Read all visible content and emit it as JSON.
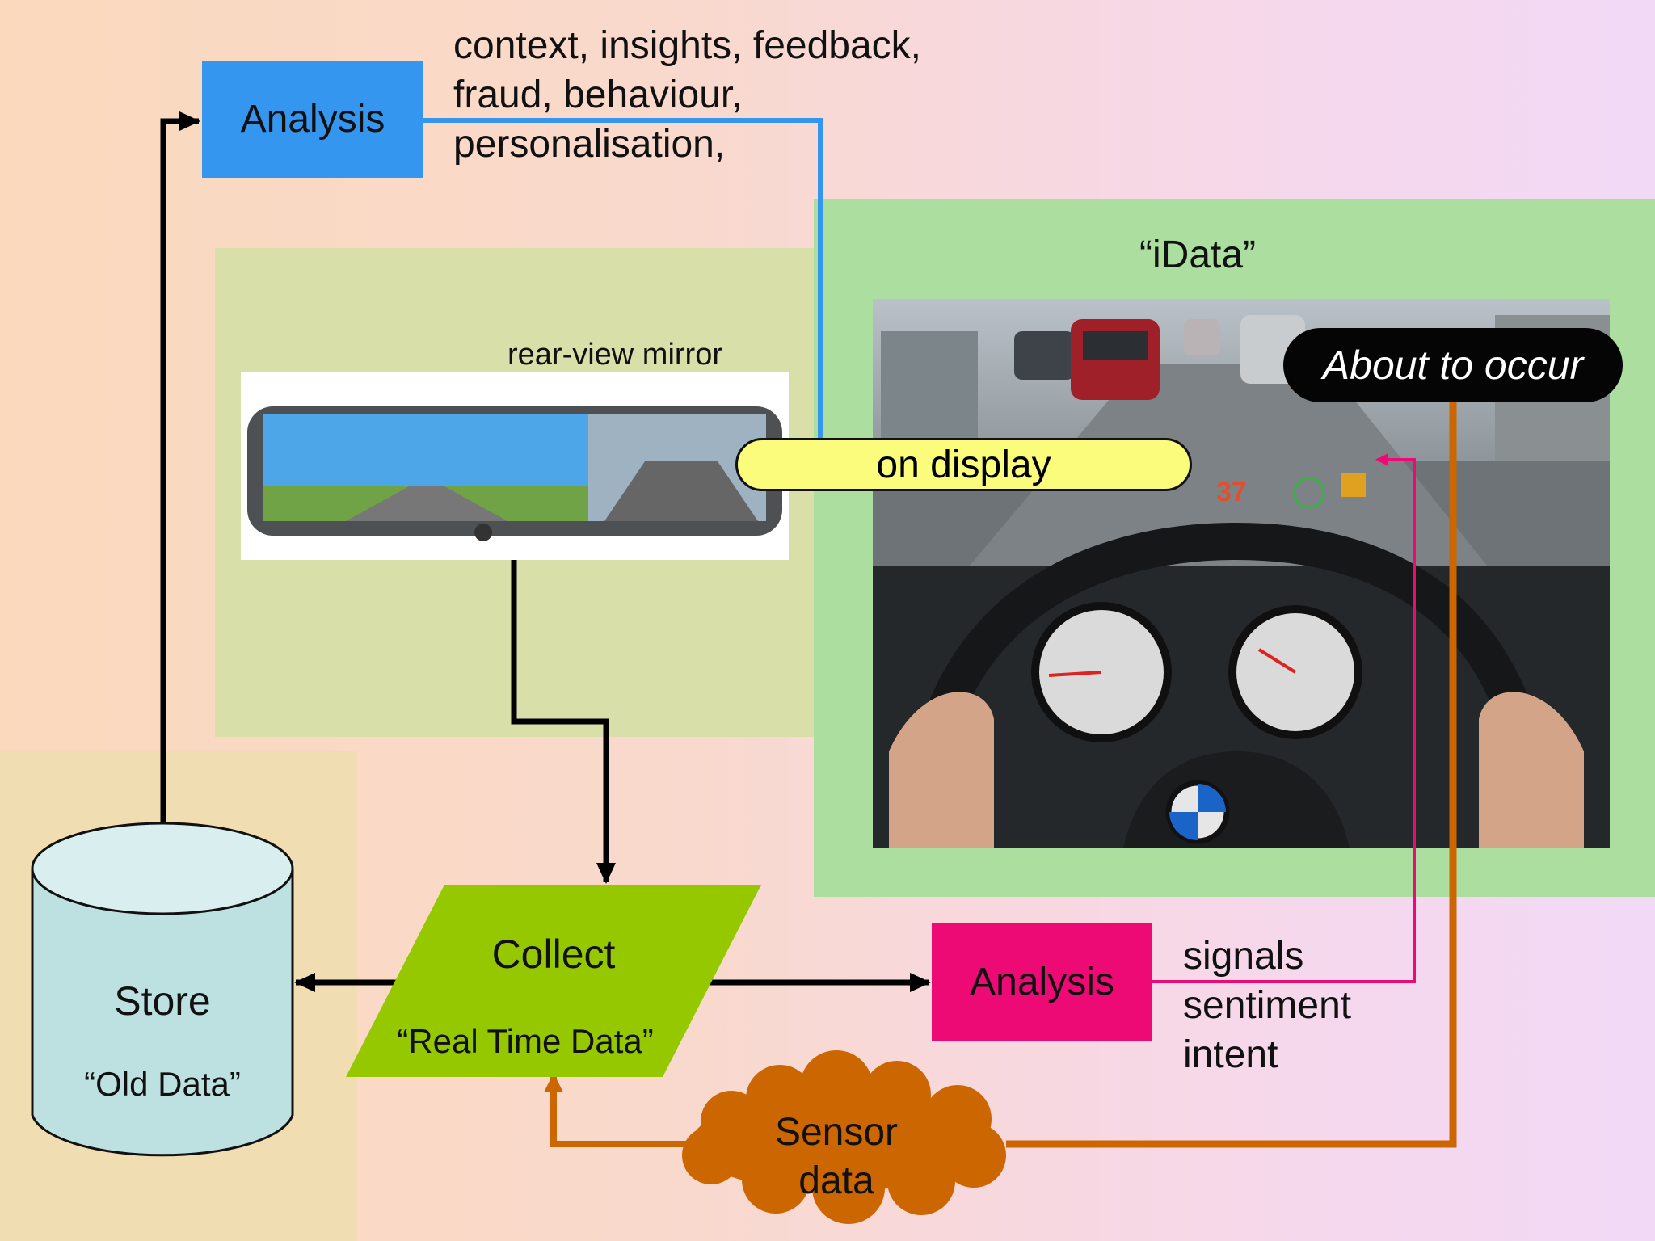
{
  "analysis_top": {
    "label": "Analysis",
    "color": "#3596ef"
  },
  "analysis_top_outputs": [
    "context, insights, feedback,",
    "fraud, behaviour,",
    "personalisation,"
  ],
  "idata": {
    "title": "“iData”"
  },
  "mirror": {
    "label": "rear-view mirror"
  },
  "about_to_occur": "About to occur",
  "on_display": "on display",
  "store": {
    "label": "Store",
    "sub": "“Old Data”",
    "color": "#bde0e0"
  },
  "collect": {
    "label": "Collect",
    "sub": "“Real Time Data”",
    "color": "#96c800"
  },
  "analysis_bottom": {
    "label": "Analysis",
    "color": "#ee0a74"
  },
  "analysis_bottom_outputs": [
    "signals",
    "sentiment",
    "intent"
  ],
  "sensor": {
    "label_line1": "Sensor",
    "label_line2": "data",
    "color": "#cc6600"
  },
  "colors": {
    "blue_link": "#3596ef",
    "pink_link": "#ee0a74",
    "orange_link": "#cc6600",
    "black_link": "#000000"
  },
  "icons": [
    "database-icon",
    "cloud-icon",
    "dashboard-photo",
    "mirror-photo"
  ]
}
